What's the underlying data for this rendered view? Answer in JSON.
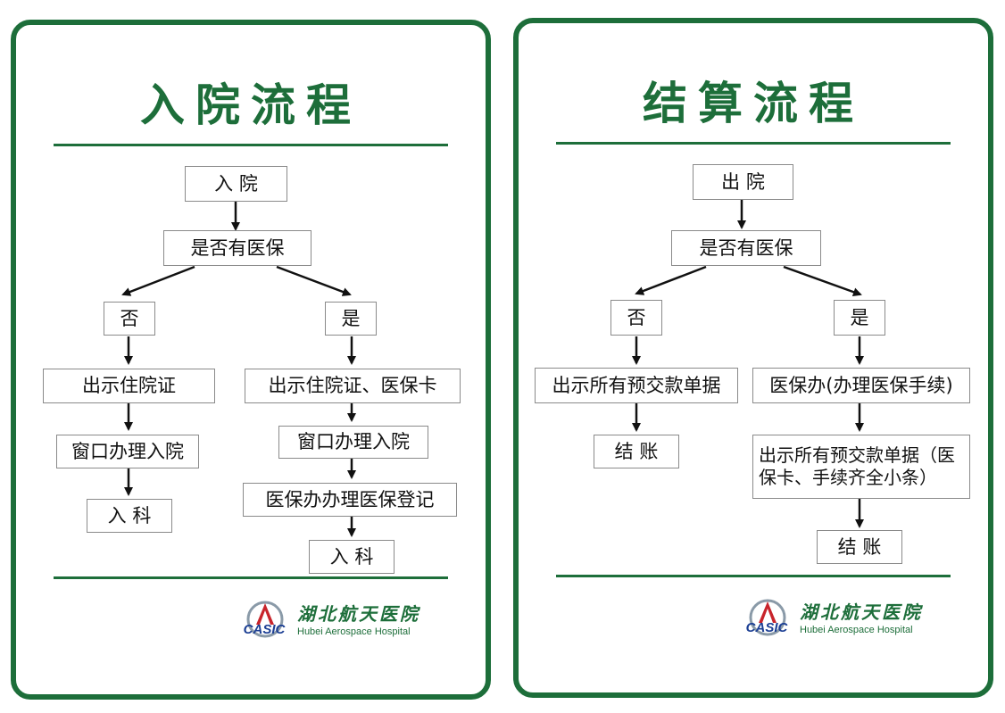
{
  "admission": {
    "title": "入院流程",
    "nodes": {
      "start": "入  院",
      "check": "是否有医保",
      "no": "否",
      "yes": "是",
      "no_show": "出示住院证",
      "no_window": "窗口办理入院",
      "no_dept": "入  科",
      "yes_show": "出示住院证、医保卡",
      "yes_window": "窗口办理入院",
      "yes_register": "医保办办理医保登记",
      "yes_dept": "入  科"
    }
  },
  "settlement": {
    "title": "结算流程",
    "nodes": {
      "start": "出  院",
      "check": "是否有医保",
      "no": "否",
      "yes": "是",
      "no_receipts": "出示所有预交款单据",
      "no_checkout": "结  账",
      "yes_office": "医保办(办理医保手续)",
      "yes_receipts": "出示所有预交款单据（医保卡、手续齐全小条）",
      "yes_checkout": "结  账"
    }
  },
  "logo": {
    "emblem": "CASIC",
    "name_cn": "湖北航天医院",
    "name_en": "Hubei Aerospace Hospital"
  },
  "colors": {
    "accent": "#1d6e3a",
    "emblem_blue": "#1c3f94",
    "emblem_red": "#c8242b"
  }
}
